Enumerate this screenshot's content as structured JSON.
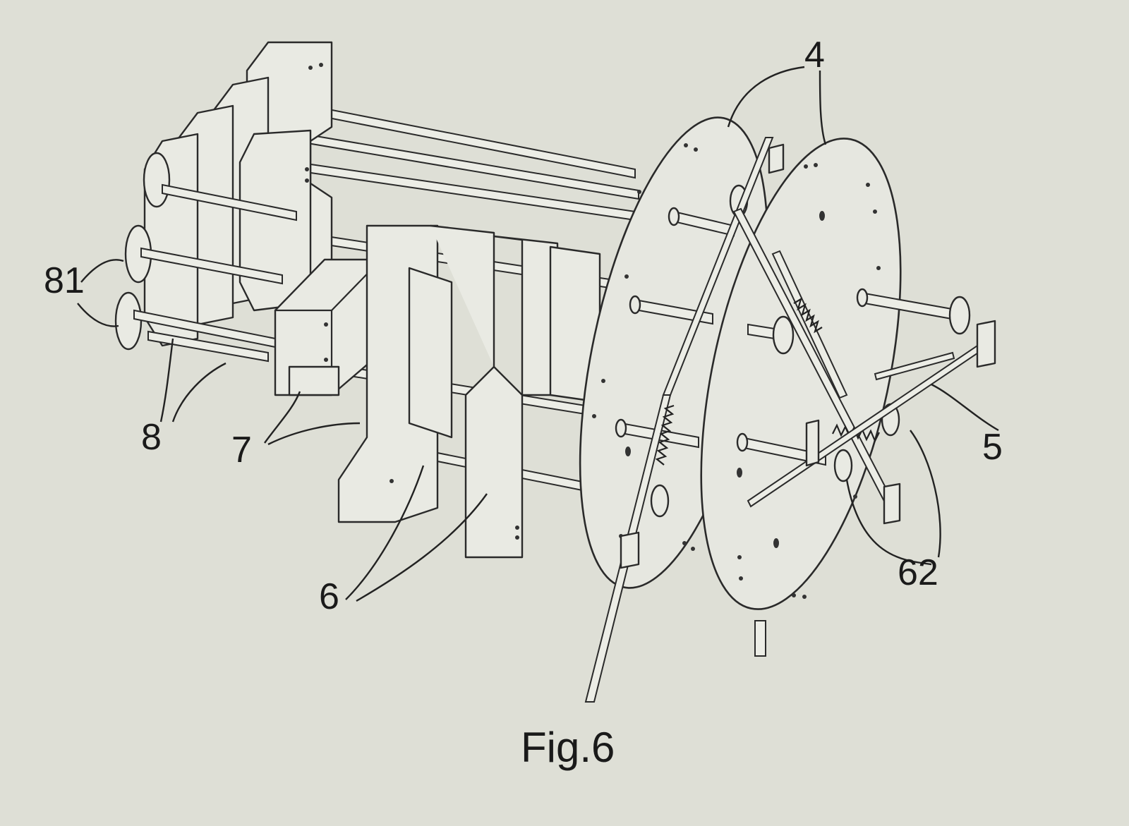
{
  "labels": {
    "l4": "4",
    "l81": "81",
    "l8": "8",
    "l7": "7",
    "l6": "6",
    "l5": "5",
    "l62": "62"
  },
  "caption": "Fig.6"
}
